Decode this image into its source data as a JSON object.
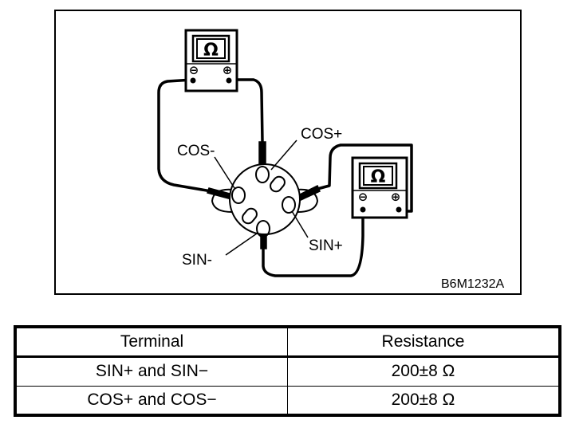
{
  "diagram": {
    "meter_symbol": "Ω",
    "minus_symbol": "⊖",
    "plus_symbol": "⊕",
    "labels": {
      "cos_plus": "COS+",
      "cos_minus": "COS-",
      "sin_minus": "SIN-",
      "sin_plus": "SIN+"
    },
    "code": "B6M1232A"
  },
  "table": {
    "headers": [
      "Terminal",
      "Resistance"
    ],
    "rows": [
      [
        "SIN+ and SIN−",
        "200±8 Ω"
      ],
      [
        "COS+ and COS−",
        "200±8 Ω"
      ]
    ]
  }
}
